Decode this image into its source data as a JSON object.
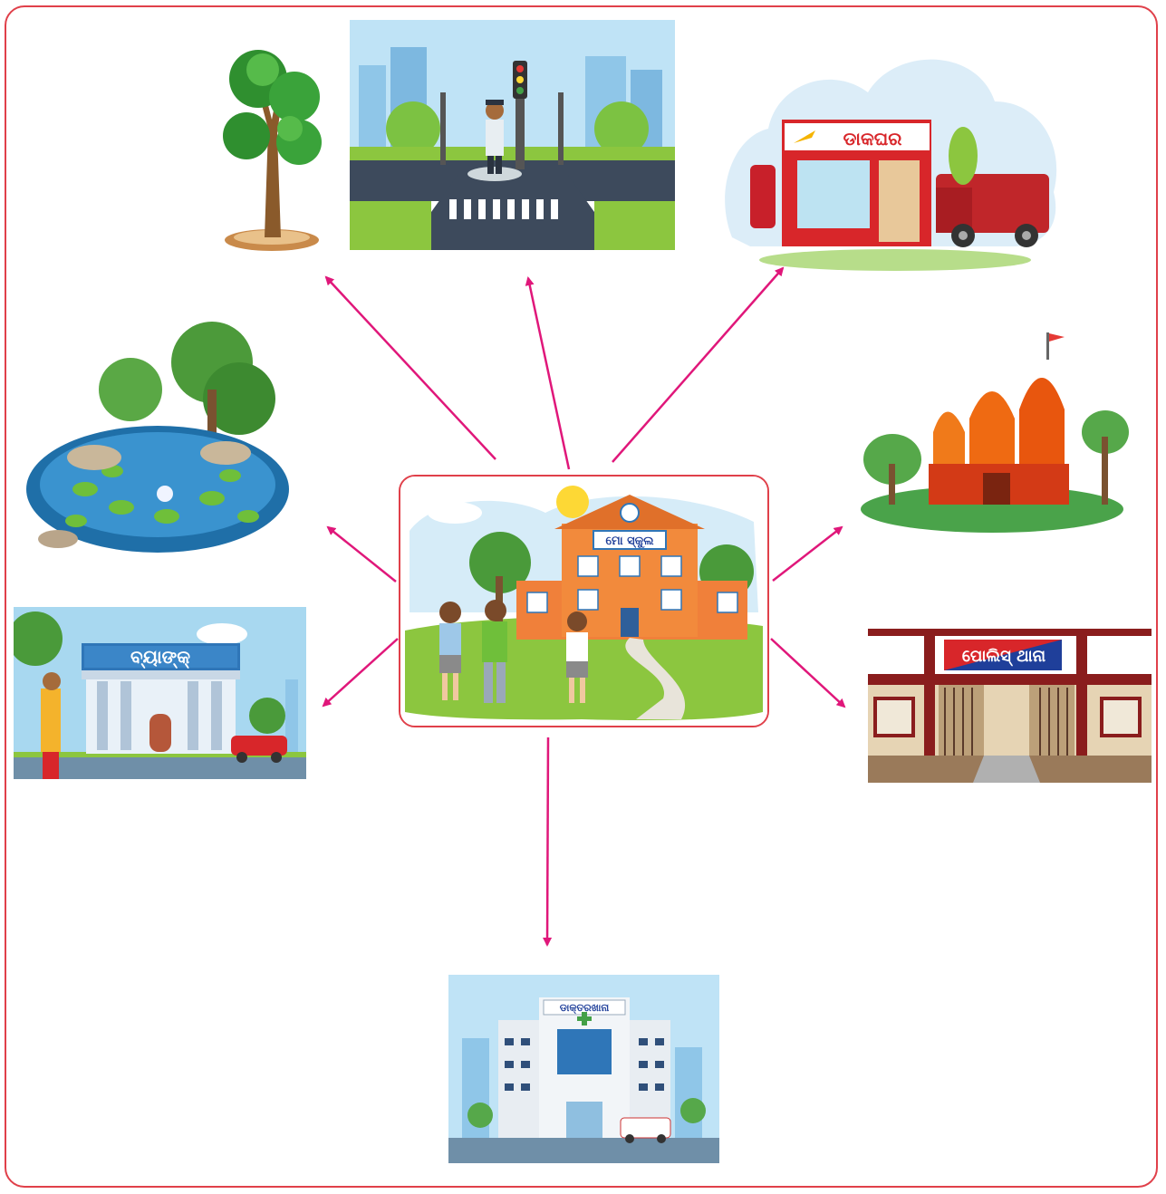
{
  "diagram": {
    "center": {
      "label": "ମୋ ସ୍କୁଲ"
    },
    "nodes": [
      {
        "id": "tree",
        "label": ""
      },
      {
        "id": "traffic",
        "label": ""
      },
      {
        "id": "post-office",
        "label": "ଡାକଘର"
      },
      {
        "id": "pond",
        "label": ""
      },
      {
        "id": "temple",
        "label": ""
      },
      {
        "id": "bank",
        "label": "ବ୍ୟାଙ୍କ୍"
      },
      {
        "id": "police",
        "label": "ପୋଲିସ୍ ଥାନା"
      },
      {
        "id": "hospital",
        "label": "ଡାକ୍ତରଖାନା"
      }
    ],
    "arrow_color": "#e0177a",
    "frame_color": "#e0404a"
  }
}
